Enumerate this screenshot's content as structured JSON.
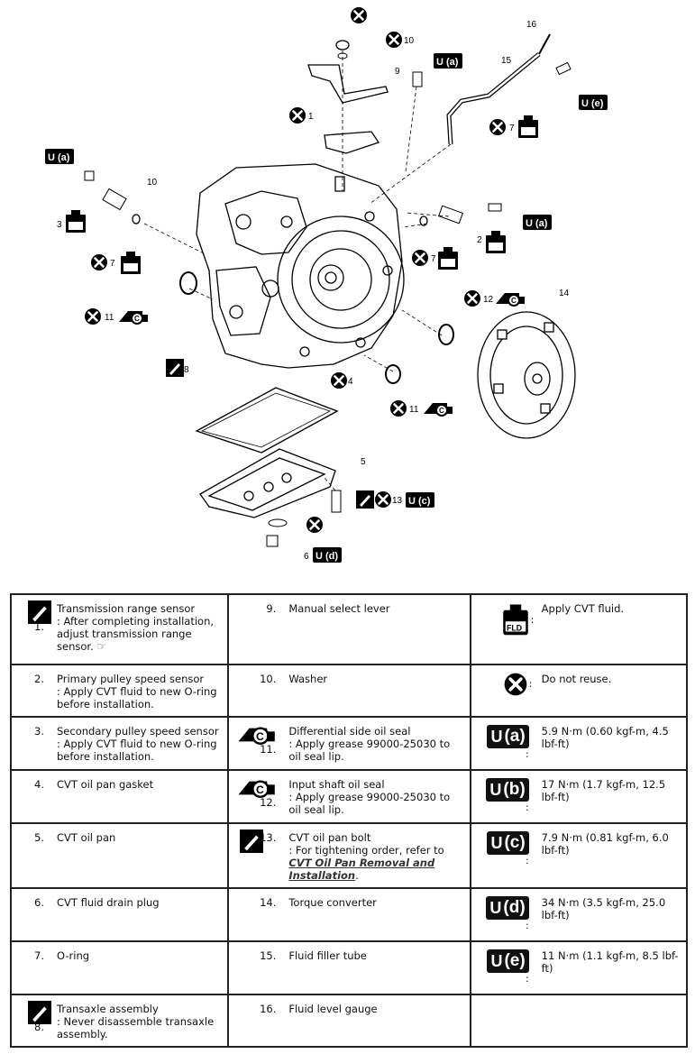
{
  "diagram": {
    "callouts": [
      "1",
      "2",
      "3",
      "4",
      "5",
      "6",
      "7",
      "7",
      "7",
      "8",
      "9",
      "10",
      "10",
      "11",
      "11",
      "12",
      "13",
      "14",
      "15",
      "16"
    ],
    "badges": {
      "a": "(a)",
      "b": "(b)",
      "c": "(c)",
      "d": "(d)",
      "e": "(e)"
    },
    "fld": "FLD"
  },
  "legend": {
    "rows": [
      {
        "left": {
          "num": "1.",
          "title": "Transmission range sensor",
          "desc": ": After completing installation, adjust transmission range sensor.",
          "has_icon": true
        },
        "mid": {
          "num": "9.",
          "title": "Manual select lever",
          "desc": ""
        },
        "right": {
          "text": "Apply CVT fluid.",
          "sym": "fld-icon"
        }
      },
      {
        "left": {
          "num": "2.",
          "title": "Primary pulley speed sensor",
          "desc": ": Apply CVT fluid to new O-ring before installation."
        },
        "mid": {
          "num": "10.",
          "title": "Washer",
          "desc": ""
        },
        "right": {
          "text": "Do not reuse.",
          "sym": "do-not-reuse-icon"
        }
      },
      {
        "left": {
          "num": "3.",
          "title": "Secondary pulley speed sensor",
          "desc": ": Apply CVT fluid to new O-ring before installation."
        },
        "mid": {
          "num": "11.",
          "title": "Differential side oil seal",
          "desc": ": Apply grease 99000-25030 to oil seal lip."
        },
        "right": {
          "badge": "(a)",
          "text": "5.9 N·m (0.60 kgf-m, 4.5 lbf-ft)"
        }
      },
      {
        "left": {
          "num": "4.",
          "title": "CVT oil pan gasket",
          "desc": ""
        },
        "mid": {
          "num": "12.",
          "title": "Input shaft oil seal",
          "desc": ": Apply grease 99000-25030 to oil seal lip."
        },
        "right": {
          "badge": "(b)",
          "text": "17 N·m (1.7 kgf-m, 12.5 lbf-ft)"
        }
      },
      {
        "left": {
          "num": "5.",
          "title": "CVT oil pan",
          "desc": ""
        },
        "mid": {
          "num": "13.",
          "title": "CVT oil pan bolt",
          "desc": ": For tightening order, refer to",
          "link": "CVT Oil Pan Removal and Installation",
          "after": "."
        },
        "right": {
          "badge": "(c)",
          "text": "7.9 N·m (0.81 kgf-m, 6.0 lbf-ft)"
        }
      },
      {
        "left": {
          "num": "6.",
          "title": "CVT fluid drain plug",
          "desc": ""
        },
        "mid": {
          "num": "14.",
          "title": "Torque converter",
          "desc": ""
        },
        "right": {
          "badge": "(d)",
          "text": "34 N·m (3.5 kgf-m, 25.0 lbf-ft)"
        }
      },
      {
        "left": {
          "num": "7.",
          "title": "O-ring",
          "desc": ""
        },
        "mid": {
          "num": "15.",
          "title": "Fluid filler tube",
          "desc": ""
        },
        "right": {
          "badge": "(e)",
          "text": "11 N·m (1.1 kgf-m, 8.5 lbf-ft)"
        }
      },
      {
        "left": {
          "num": "8.",
          "title": "Transaxle assembly",
          "desc": ": Never disassemble transaxle assembly."
        },
        "mid": {
          "num": "16.",
          "title": "Fluid level gauge",
          "desc": ""
        },
        "right": {
          "text": ""
        }
      }
    ]
  }
}
